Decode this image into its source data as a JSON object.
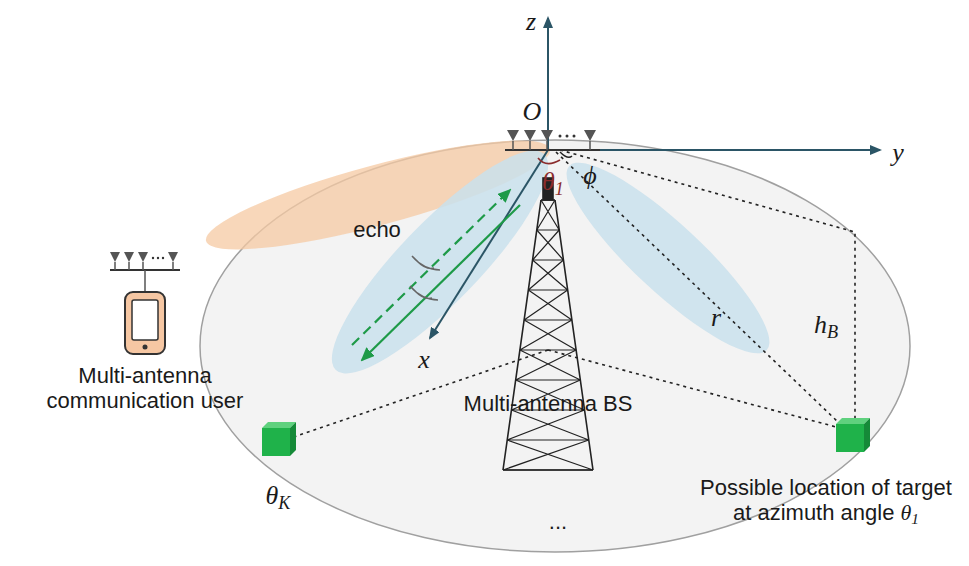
{
  "diagram": {
    "labels": [
      "z",
      "O",
      "y",
      "θ1",
      "ϕ",
      "echo",
      "r",
      "hB",
      "x",
      "Multi-antenna communication user",
      "Multi-antenna BS",
      "θK",
      "Possible location of target at azimuth angle θ1",
      "..."
    ]
  }
}
